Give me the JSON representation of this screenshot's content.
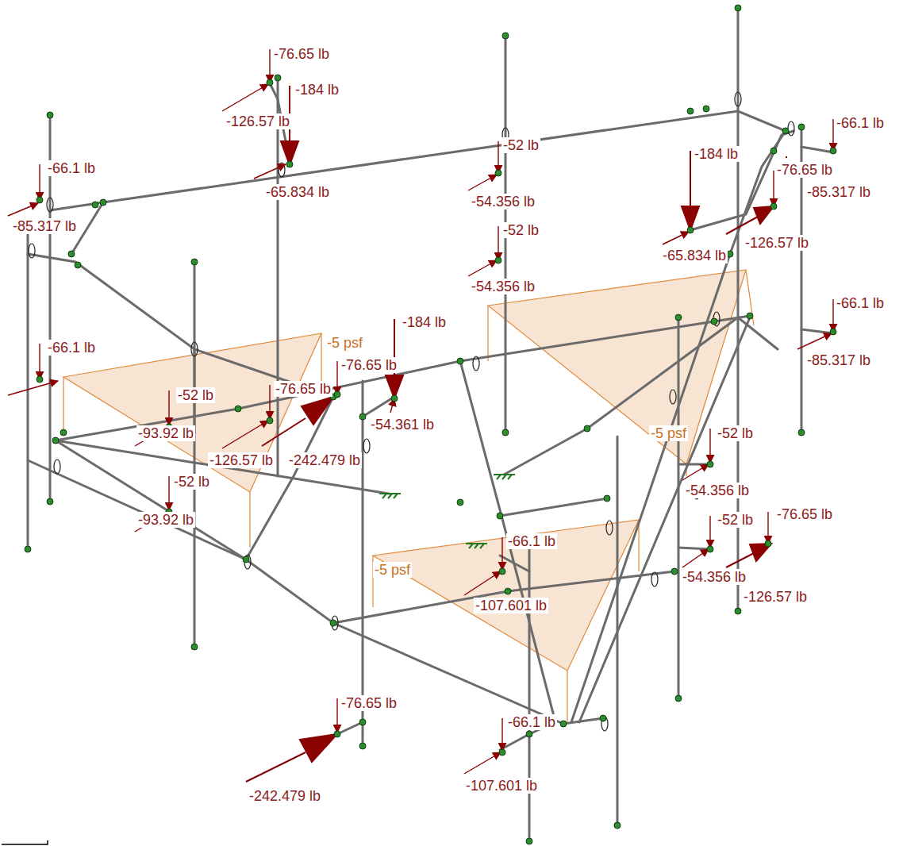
{
  "diagram": {
    "labels": [
      "-76.65 lb",
      "-184 lb",
      "-126.57 lb",
      "-66.1 lb",
      "-66.1 lb",
      "-52 lb",
      "-65.834 lb",
      "-184 lb",
      "-76.65 lb",
      "-85.317 lb",
      "-54.356 lb",
      "-85.317 lb",
      "-52 lb",
      "-65.834 lb",
      "-126.57 lb",
      "-54.356 lb",
      "-66.1 lb",
      "-184 lb",
      "-5 psf",
      "-66.1 lb",
      "-85.317 lb",
      "-76.65 lb",
      "-52 lb",
      "-76.65 lb",
      "-126.57 lb",
      "-242.479 lb",
      "-54.361 lb",
      "-93.92 lb",
      "-5 psf",
      "-52 lb",
      "-54.356 lb",
      "-52 lb",
      "-93.92 lb",
      "-66.1 lb",
      "-52 lb",
      "-76.65 lb",
      "-5 psf",
      "-107.601 lb",
      "-54.356 lb",
      "-126.57 lb",
      "-76.65 lb",
      "-66.1 lb",
      "-242.479 lb",
      "-107.601 lb"
    ]
  }
}
